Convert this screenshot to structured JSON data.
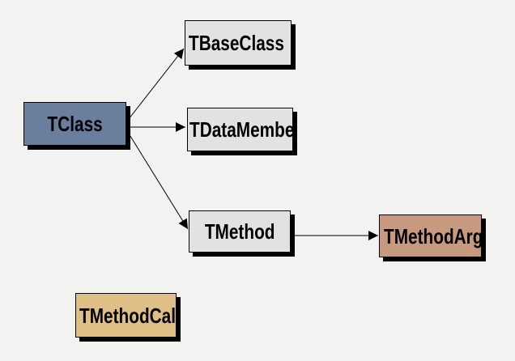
{
  "diagram": {
    "background_color": "#f2f2f0",
    "edge_color": "#000000",
    "shadow_color": "#000000",
    "nodes": [
      {
        "id": "tclass",
        "label": "TClass",
        "fill": "#6a7f9e"
      },
      {
        "id": "tbaseclass",
        "label": "TBaseClass",
        "fill": "#e2e2e0"
      },
      {
        "id": "tdatamember",
        "label": "TDataMember",
        "fill": "#e2e2e0"
      },
      {
        "id": "tmethod",
        "label": "TMethod",
        "fill": "#e2e2e0"
      },
      {
        "id": "tmethodarg",
        "label": "TMethodArg",
        "fill": "#c79a7f"
      },
      {
        "id": "tmethodcall",
        "label": "TMethodCall",
        "fill": "#debf85"
      }
    ],
    "edges": [
      {
        "from": "TClass",
        "to": "TBaseClass"
      },
      {
        "from": "TClass",
        "to": "TDataMember"
      },
      {
        "from": "TClass",
        "to": "TMethod"
      },
      {
        "from": "TMethod",
        "to": "TMethodArg"
      }
    ]
  }
}
